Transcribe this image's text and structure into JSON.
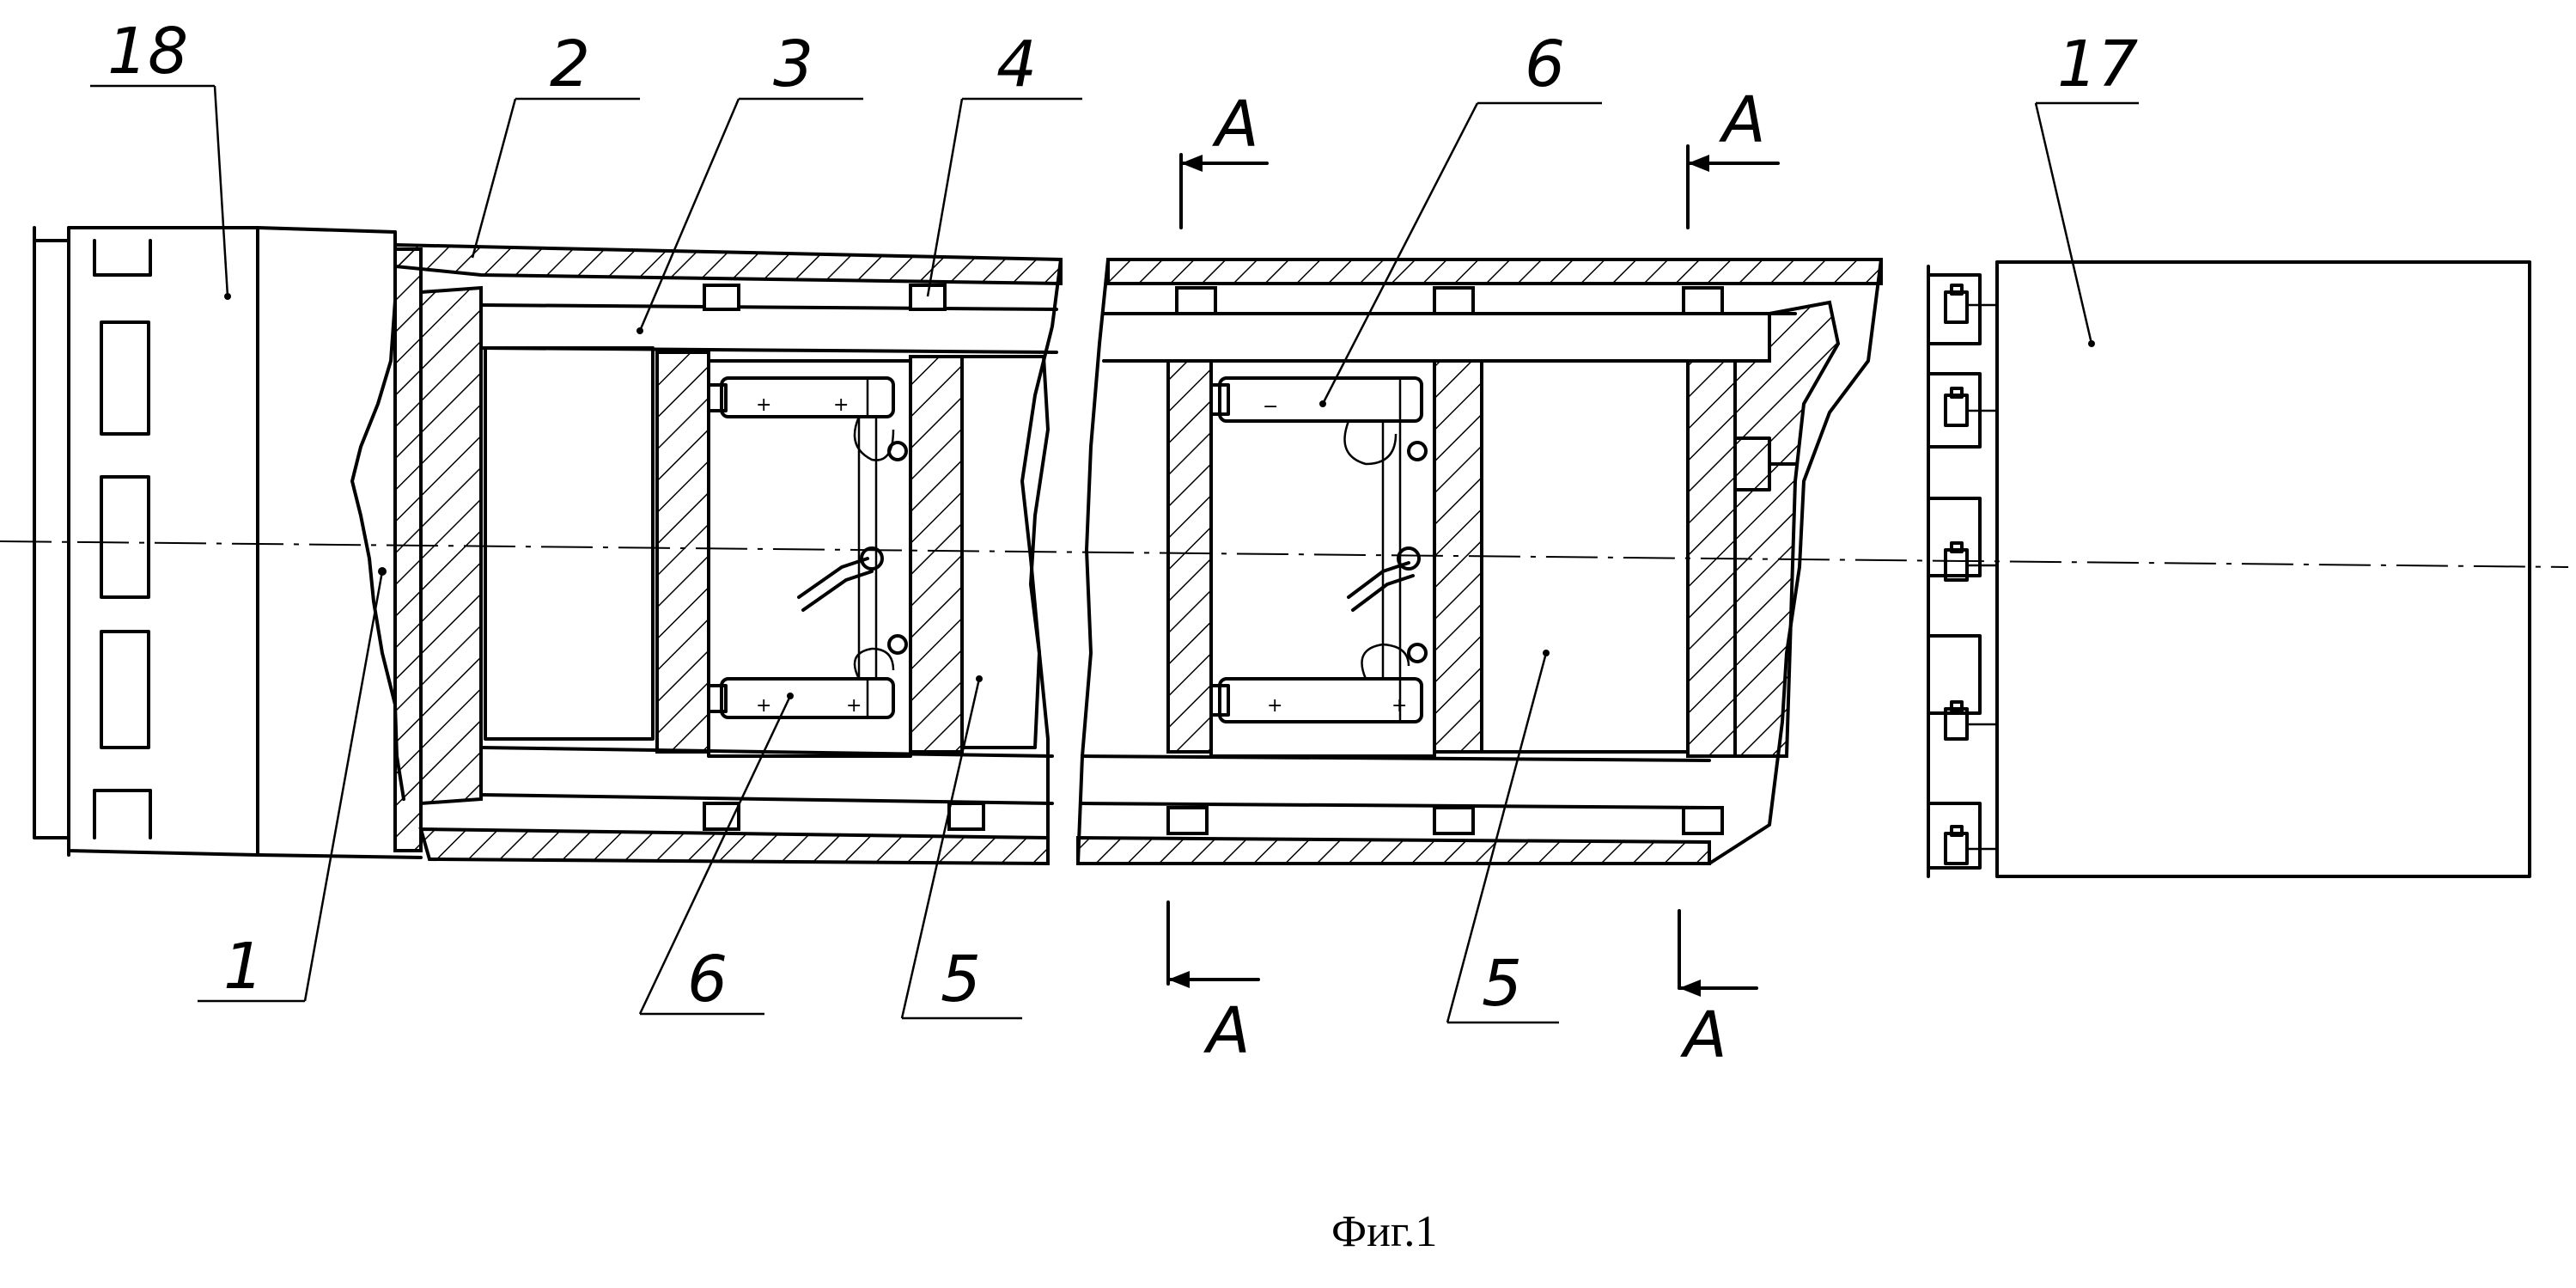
{
  "caption": "Фиг.1",
  "labels": {
    "n1": "1",
    "n2": "2",
    "n3": "3",
    "n4": "4",
    "n5a": "5",
    "n5b": "5",
    "n6a": "6",
    "n6b": "6",
    "n17": "17",
    "n18": "18",
    "a_top_left": "A",
    "a_top_right": "A",
    "a_bot_left": "A",
    "a_bot_right": "A"
  },
  "terminal_signs": {
    "plus": "+",
    "minus": "−"
  }
}
